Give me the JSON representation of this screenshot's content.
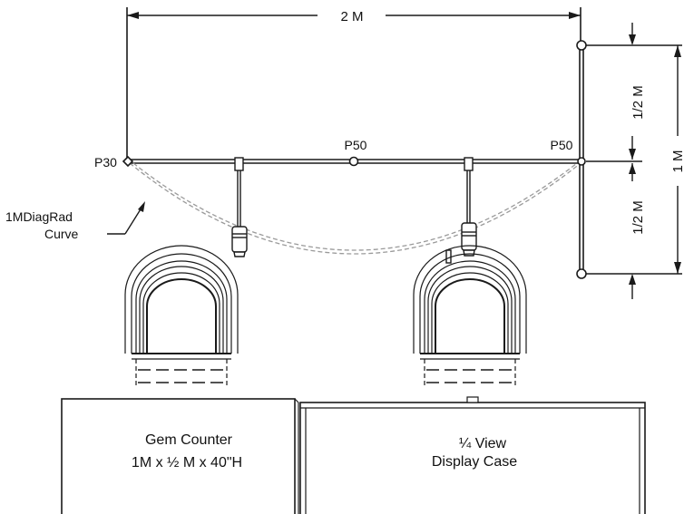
{
  "dimensions": {
    "top_width": "2 M",
    "right_total": "1 M",
    "right_upper_half": "1/2 M",
    "right_lower_half": "1/2 M"
  },
  "fixtures": {
    "left_end": "P30",
    "mid": "P50",
    "right_end": "P50"
  },
  "curve_label": {
    "line1": "1MDiagRad",
    "line2": "Curve"
  },
  "gem_counter": {
    "line1": "Gem Counter",
    "line2": "1M x ½ M x 40\"H"
  },
  "display_case": {
    "line1": "¼ View",
    "line2": "Display Case"
  },
  "colors": {
    "line": "#1a1a1a",
    "curve": "#9a9a9a",
    "background": "#ffffff"
  }
}
